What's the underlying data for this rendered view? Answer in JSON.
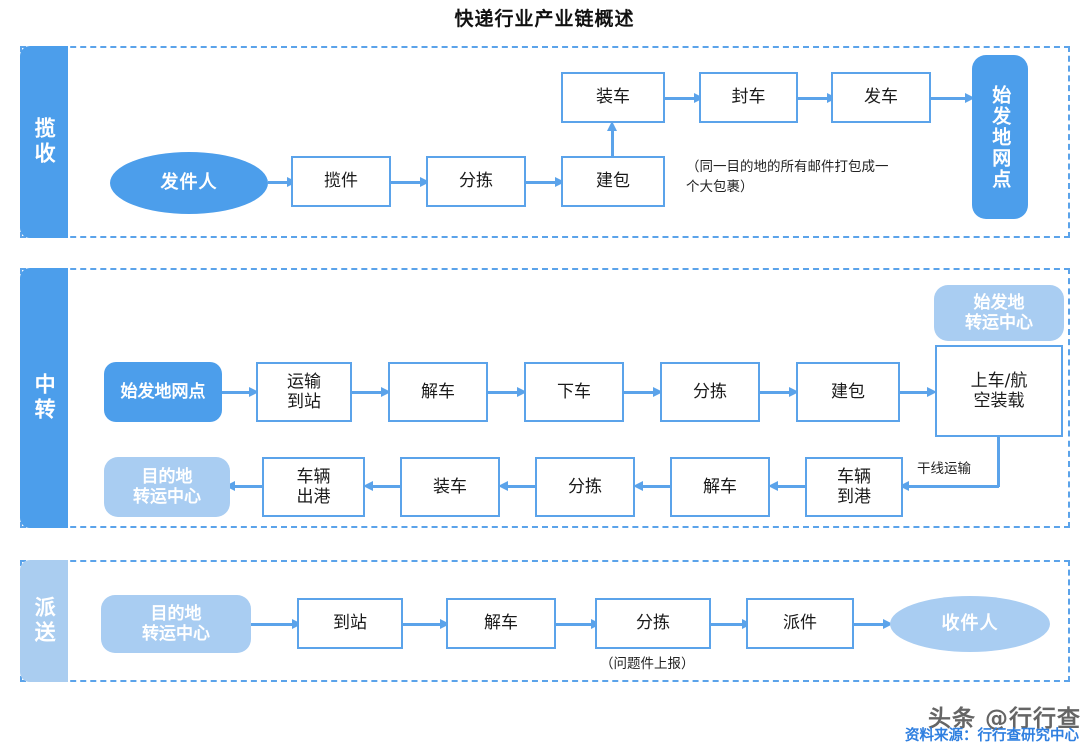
{
  "title": "快递行业产业链概述",
  "sections": [
    {
      "id": "collection",
      "tab_label": "揽收",
      "nodes": {
        "sender": "发件人",
        "pickup": "揽件",
        "sorting": "分拣",
        "bagging": "建包",
        "loading": "装车",
        "sealing": "封车",
        "dispatch": "发车",
        "origin_outlet": "始发地网点"
      },
      "note": "（同一目的地的所有邮件打包成一个大包裹）"
    },
    {
      "id": "transfer",
      "tab_label": "中转",
      "nodes": {
        "origin_outlet": "始发地网点",
        "arrive_station": "运输\n到站",
        "unload_truck": "解车",
        "get_off": "下车",
        "sorting_top": "分拣",
        "bagging": "建包",
        "board_air": "上车/航\n空装载",
        "origin_hub": "始发地\n转运中心",
        "vehicle_arrive": "车辆\n到港",
        "unload_truck2": "解车",
        "sorting_bottom": "分拣",
        "loading": "装车",
        "vehicle_depart": "车辆\n出港",
        "dest_hub": "目的地\n转运中心"
      },
      "edge_label": "干线运输"
    },
    {
      "id": "delivery",
      "tab_label": "派送",
      "nodes": {
        "dest_hub": "目的地\n转运中心",
        "arrive_station": "到站",
        "unload_truck": "解车",
        "sorting": "分拣",
        "deliver": "派件",
        "receiver": "收件人"
      },
      "note": "（问题件上报）"
    }
  ],
  "footer": {
    "watermark": "头条 @行行查",
    "source": "资料来源：行行查研究中心"
  },
  "colors": {
    "accent": "#4c9eeb",
    "accent_light": "#a9cdf2",
    "border": "#5ba3ea",
    "source_text": "#2f7fe0"
  }
}
